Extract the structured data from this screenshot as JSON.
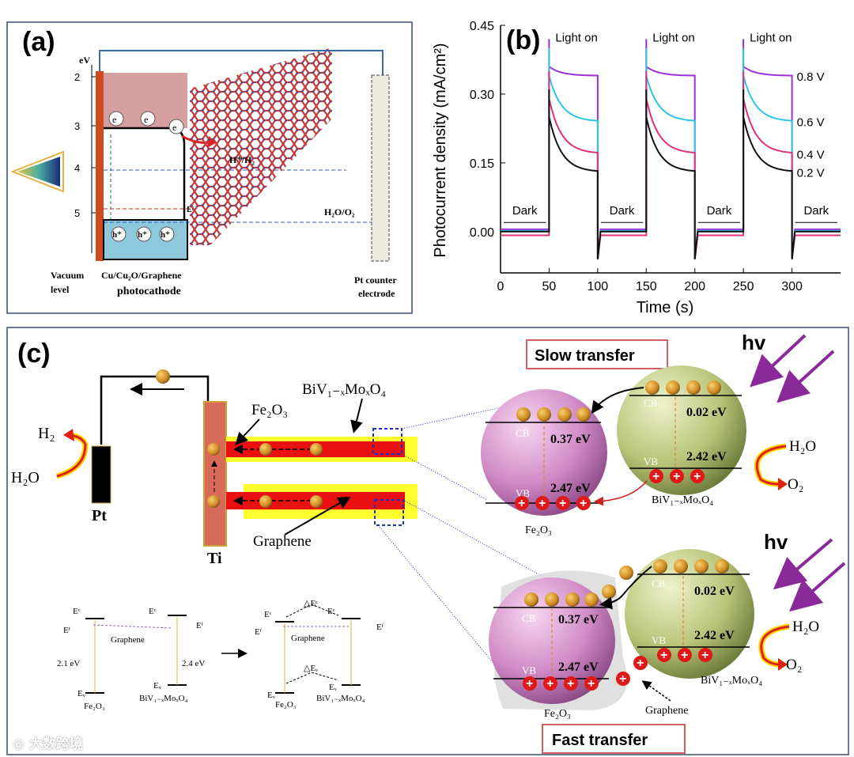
{
  "panel_a": {
    "label": "(a)",
    "ev_unit": "eV",
    "ev_ticks": [
      "2",
      "3",
      "4",
      "5"
    ],
    "electron": "e",
    "hole": "h⁺",
    "h_label": "H⁺/H₂",
    "ef_label": "Eᶠ",
    "o2_label": "H₂O/O₂",
    "vacuum_label": "Vacuum",
    "vacuum_label2": "level",
    "photocathode_line1": "Cu/Cu₂O/Graphene",
    "photocathode_line2": "photocathode",
    "pt_line1": "Pt counter",
    "pt_line2": "electrode"
  },
  "panel_b": {
    "label": "(b)",
    "chart_data": {
      "type": "line",
      "xlabel": "Time (s)",
      "ylabel": "Photocurrent density (mA/cm²)",
      "xlim": [
        0,
        350
      ],
      "ylim": [
        -0.09,
        0.45
      ],
      "xticks": [
        "0",
        "50",
        "100",
        "150",
        "200",
        "250",
        "300"
      ],
      "yticks": [
        "0.00",
        "0.15",
        "0.30",
        "0.45"
      ],
      "light_label": "Light on",
      "dark_label": "Dark",
      "light_windows": [
        [
          50,
          100
        ],
        [
          150,
          200
        ],
        [
          250,
          300
        ]
      ],
      "series": [
        {
          "name": "0.8 V",
          "color": "#9b30d9",
          "peak": 0.36,
          "steady": 0.34,
          "dark": 0.005
        },
        {
          "name": "0.6 V",
          "color": "#2ec4e6",
          "peak": 0.34,
          "steady": 0.24,
          "dark": 0.002
        },
        {
          "name": "0.4 V",
          "color": "#e0307a",
          "peak": 0.29,
          "steady": 0.17,
          "dark": -0.008
        },
        {
          "name": "0.2 V",
          "color": "#111111",
          "peak": 0.25,
          "steady": 0.13,
          "dark": 0.0
        }
      ]
    }
  },
  "panel_c": {
    "label": "(c)",
    "slow_transfer": "Slow transfer",
    "fast_transfer": "Fast transfer",
    "hv": "hv",
    "bivmo": "BiV₁₋ₓMoₓO₄",
    "fe2o3": "Fe₂O₃",
    "h2": "H₂",
    "h2o": "H₂O",
    "o2": "O₂",
    "pt": "Pt",
    "ti": "Ti",
    "graphene": "Graphene",
    "cb": "CB",
    "vb": "VB",
    "cb_offset": "0.37 eV",
    "vb_offset": "2.47 eV",
    "cb_offset_biv": "0.02 eV",
    "vb_offset_biv": "2.42 eV",
    "gap_fe": "2.1 eV",
    "gap_biv": "2.4 eV",
    "ec": "Eᶜ",
    "ef": "Eᶠ",
    "ev": "Eᵥ",
    "delta_ec": "△Eᶜ",
    "delta_ev": "△Eᵥ",
    "plus": "+"
  },
  "watermark": "大数跨境"
}
